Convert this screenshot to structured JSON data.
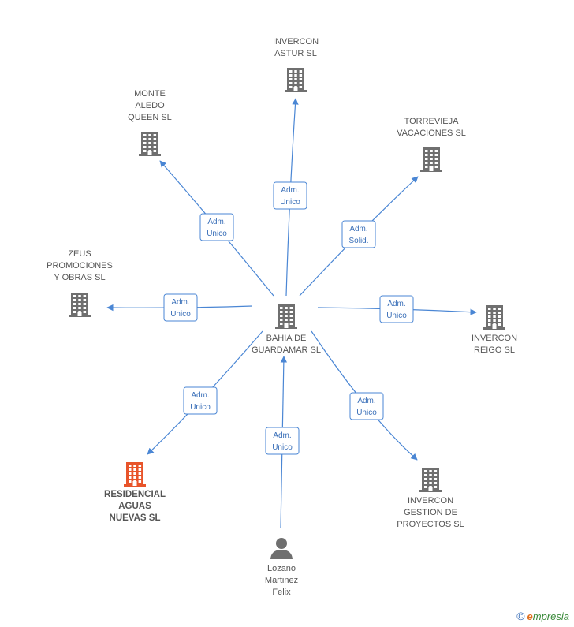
{
  "center": {
    "id": "bahia",
    "lines": [
      "BAHIA DE",
      "GUARDAMAR SL"
    ],
    "type": "company",
    "color": "#6f6f6f"
  },
  "nodes": [
    {
      "id": "astur",
      "lines": [
        "INVERCON",
        "ASTUR SL"
      ],
      "type": "company",
      "color": "#6f6f6f"
    },
    {
      "id": "monte",
      "lines": [
        "MONTE",
        "ALEDO",
        "QUEEN SL"
      ],
      "type": "company",
      "color": "#6f6f6f"
    },
    {
      "id": "torrevieja",
      "lines": [
        "TORREVIEJA",
        "VACACIONES SL"
      ],
      "type": "company",
      "color": "#6f6f6f"
    },
    {
      "id": "zeus",
      "lines": [
        "ZEUS",
        "PROMOCIONES",
        "Y OBRAS SL"
      ],
      "type": "company",
      "color": "#6f6f6f"
    },
    {
      "id": "reigo",
      "lines": [
        "INVERCON",
        "REIGO SL"
      ],
      "type": "company",
      "color": "#6f6f6f"
    },
    {
      "id": "residencial",
      "lines": [
        "RESIDENCIAL",
        "AGUAS",
        "NUEVAS SL"
      ],
      "type": "company",
      "color": "#e8542a",
      "highlight": true
    },
    {
      "id": "gestion",
      "lines": [
        "INVERCON",
        "GESTION DE",
        "PROYECTOS SL"
      ],
      "type": "company",
      "color": "#6f6f6f"
    },
    {
      "id": "lozano",
      "lines": [
        "Lozano",
        "Martinez",
        "Felix"
      ],
      "type": "person",
      "color": "#6f6f6f"
    }
  ],
  "edges": [
    {
      "from": "bahia",
      "to": "astur",
      "label": [
        "Adm.",
        "Unico"
      ]
    },
    {
      "from": "bahia",
      "to": "monte",
      "label": [
        "Adm.",
        "Unico"
      ]
    },
    {
      "from": "bahia",
      "to": "torrevieja",
      "label": [
        "Adm.",
        "Solid."
      ]
    },
    {
      "from": "bahia",
      "to": "zeus",
      "label": [
        "Adm.",
        "Unico"
      ]
    },
    {
      "from": "bahia",
      "to": "reigo",
      "label": [
        "Adm.",
        "Unico"
      ]
    },
    {
      "from": "bahia",
      "to": "residencial",
      "label": [
        "Adm.",
        "Unico"
      ]
    },
    {
      "from": "bahia",
      "to": "gestion",
      "label": [
        "Adm.",
        "Unico"
      ]
    },
    {
      "from": "lozano",
      "to": "bahia",
      "label": [
        "Adm.",
        "Unico"
      ]
    }
  ],
  "footer": {
    "copyright": "©",
    "brand_initial": "e",
    "brand_rest": "mpresia"
  },
  "colors": {
    "edge": "#4a86d4",
    "edge_text": "#3a6fb8",
    "icon_default": "#6f6f6f",
    "icon_highlight": "#e8542a"
  }
}
